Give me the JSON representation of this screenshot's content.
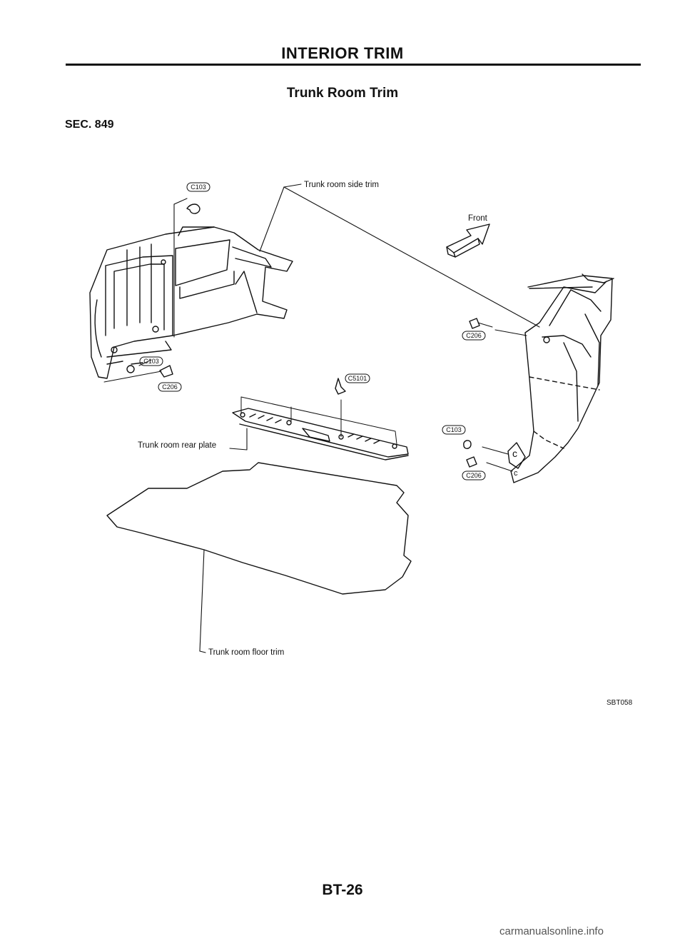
{
  "header": {
    "title": "INTERIOR TRIM",
    "subtitle": "Trunk Room Trim",
    "section": "SEC. 849"
  },
  "diagram": {
    "labels": {
      "side_trim": "Trunk room side trim",
      "front": "Front",
      "rear_plate": "Trunk room rear plate",
      "floor_trim": "Trunk room floor trim"
    },
    "fastener_codes": {
      "left_top": "C103",
      "left_clip": "C103",
      "left_screw": "C206",
      "center_screw": "C5101",
      "right_screw_top": "C206",
      "right_clip": "C103",
      "right_screw_bottom": "C206"
    },
    "figure_ref": "SBT058"
  },
  "footer": {
    "page_number": "BT-26",
    "watermark": "carmanualsonline.info"
  }
}
